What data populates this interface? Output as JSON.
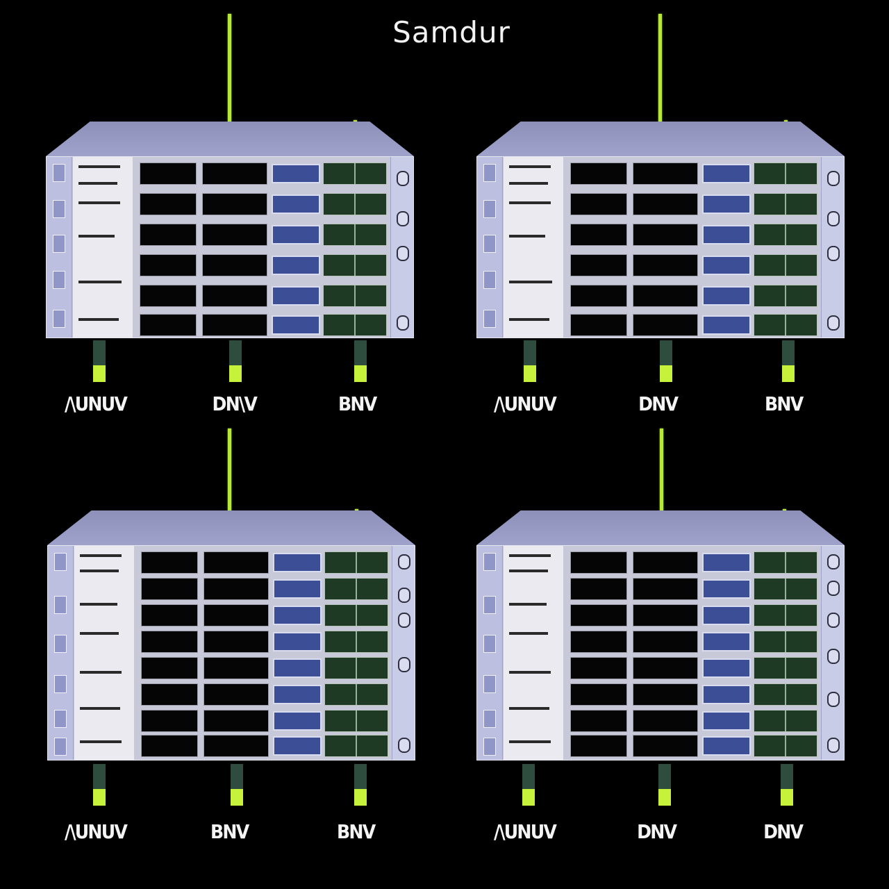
{
  "header": {
    "title": "Samdur"
  },
  "units": [
    {
      "ports": [
        "/\\UNUV",
        "DN\\V",
        "BNV"
      ]
    },
    {
      "ports": [
        "/\\UNUV",
        "DNV",
        "BNV"
      ]
    },
    {
      "ports": [
        "/\\UNUV",
        "BNV",
        "BNV"
      ]
    },
    {
      "ports": [
        "/\\UNUV",
        "DNV",
        "DNV"
      ]
    }
  ],
  "colors": {
    "background": "#000000",
    "chassis": "#c7c9d8",
    "accent_green": "#b8e639",
    "panel_blue": "#3c4f96"
  }
}
